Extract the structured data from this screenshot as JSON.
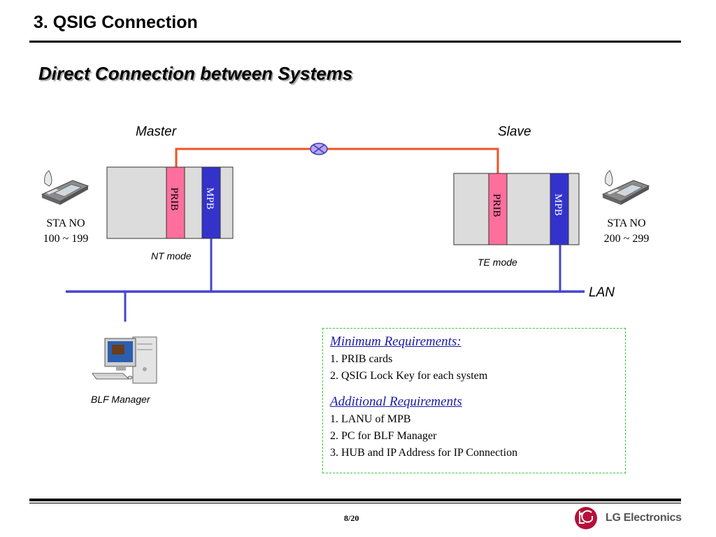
{
  "page": {
    "title": "3. QSIG Connection",
    "subtitle": "Direct Connection between Systems"
  },
  "master": {
    "label": "Master",
    "card1": "PRIB",
    "card2": "MPB",
    "mode": "NT mode",
    "sta_line1": "STA NO",
    "sta_line2": "100 ~ 199"
  },
  "slave": {
    "label": "Slave",
    "card1": "PRIB",
    "card2": "MPB",
    "mode": "TE mode",
    "sta_line1": "STA NO",
    "sta_line2": "200 ~ 299"
  },
  "lan": {
    "label": "LAN"
  },
  "blf": {
    "label": "BLF Manager"
  },
  "requirements": {
    "minimum_heading": "Minimum Requirements",
    "minimum_colon": ":",
    "minimum_items": [
      "1. PRIB cards",
      "2. QSIG Lock Key for each system"
    ],
    "additional_heading": "Additional Requirements",
    "additional_items": [
      "1. LANU of MPB",
      "2. PC for BLF Manager",
      "3. HUB and IP Address for IP Connection"
    ]
  },
  "footer": {
    "page_number": "8/20",
    "brand": "LG Electronics"
  },
  "colors": {
    "prib": "#ff6f9e",
    "mpb": "#3333cc",
    "lan_line": "#4444cc",
    "qsig_line": "#ee5522",
    "rack": "#dcdcdc",
    "req_border": "#33cc33",
    "req_heading": "#1a1aa6",
    "lg_red": "#b5113a"
  }
}
